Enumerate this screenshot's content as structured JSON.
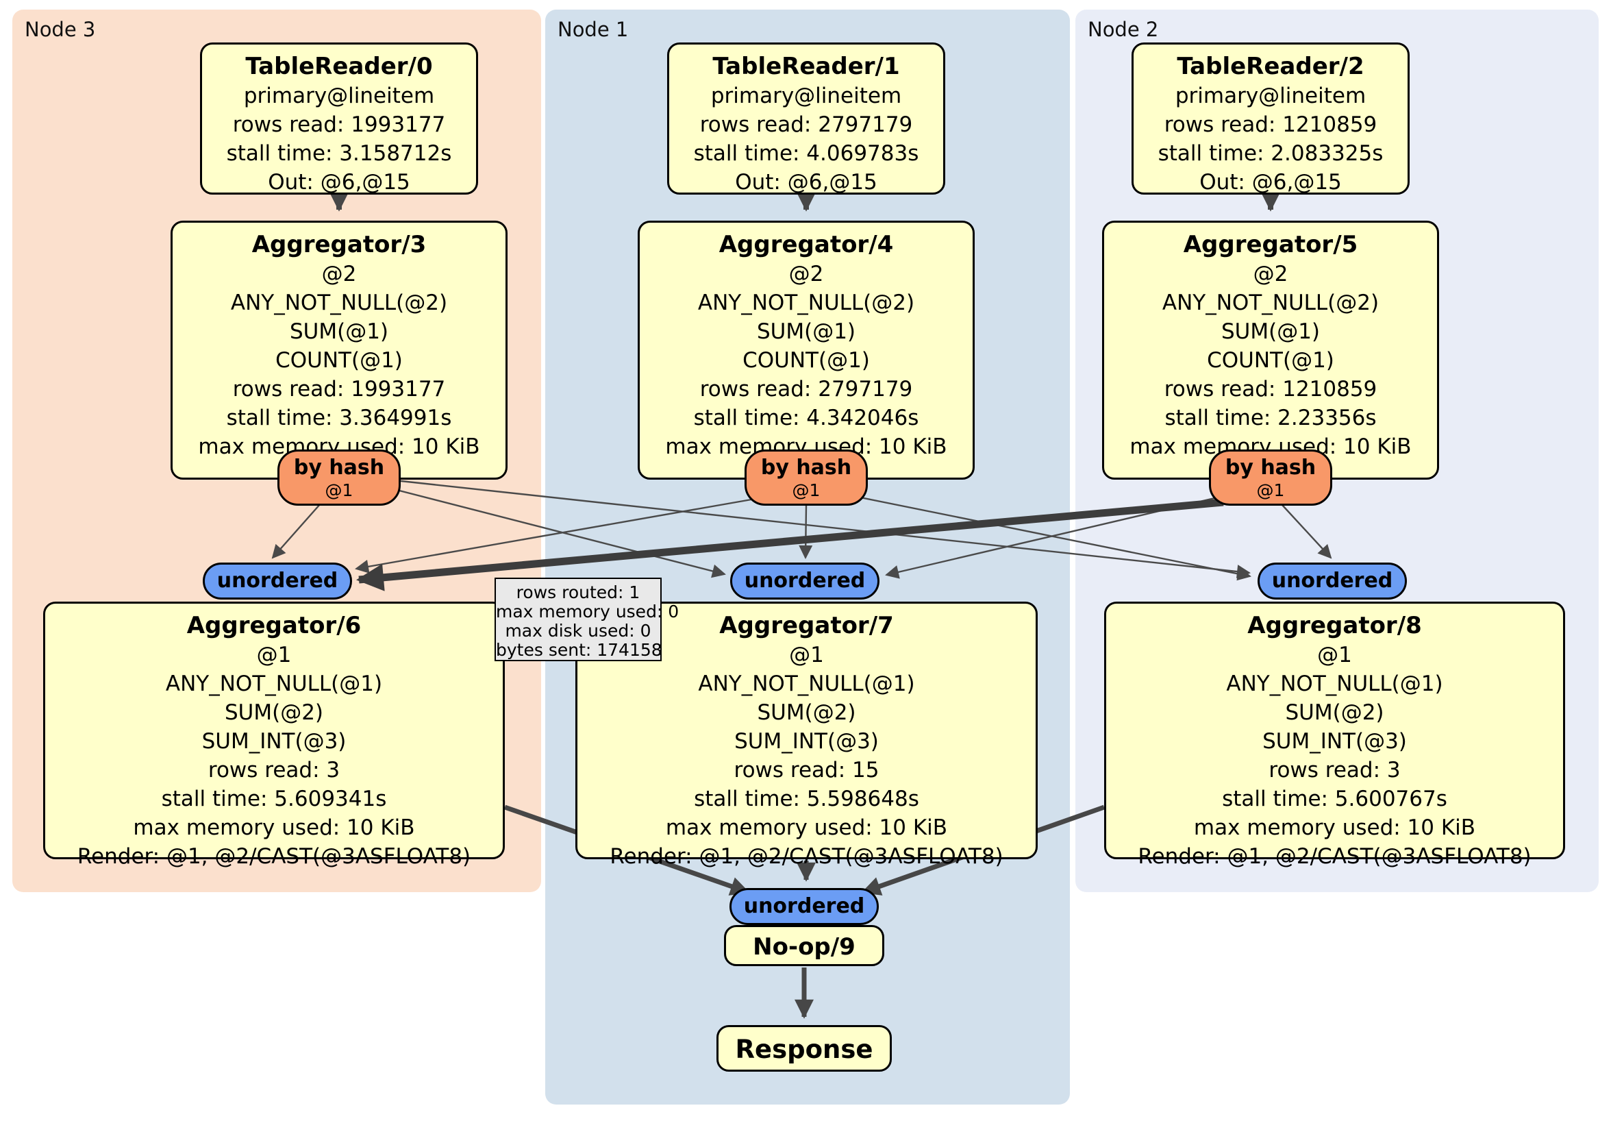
{
  "panels": [
    {
      "label": "Node 3",
      "color": "#fbe0cd"
    },
    {
      "label": "Node 1",
      "color": "#d2e0ec"
    },
    {
      "label": "Node 2",
      "color": "#e9edf7"
    }
  ],
  "readers": [
    {
      "title": "TableReader/0",
      "lines": [
        "primary@lineitem",
        "rows read: 1993177",
        "stall time: 3.158712s",
        "Out: @6,@15"
      ]
    },
    {
      "title": "TableReader/1",
      "lines": [
        "primary@lineitem",
        "rows read: 2797179",
        "stall time: 4.069783s",
        "Out: @6,@15"
      ]
    },
    {
      "title": "TableReader/2",
      "lines": [
        "primary@lineitem",
        "rows read: 1210859",
        "stall time: 2.083325s",
        "Out: @6,@15"
      ]
    }
  ],
  "aggregators_top": [
    {
      "title": "Aggregator/3",
      "lines": [
        "@2",
        "ANY_NOT_NULL(@2)",
        "SUM(@1)",
        "COUNT(@1)",
        "rows read: 1993177",
        "stall time: 3.364991s",
        "max memory used: 10 KiB"
      ]
    },
    {
      "title": "Aggregator/4",
      "lines": [
        "@2",
        "ANY_NOT_NULL(@2)",
        "SUM(@1)",
        "COUNT(@1)",
        "rows read: 2797179",
        "stall time: 4.342046s",
        "max memory used: 10 KiB"
      ]
    },
    {
      "title": "Aggregator/5",
      "lines": [
        "@2",
        "ANY_NOT_NULL(@2)",
        "SUM(@1)",
        "COUNT(@1)",
        "rows read: 1210859",
        "stall time: 2.23356s",
        "max memory used: 10 KiB"
      ]
    }
  ],
  "routers": [
    {
      "label": "by hash",
      "detail": "@1"
    },
    {
      "label": "by hash",
      "detail": "@1"
    },
    {
      "label": "by hash",
      "detail": "@1"
    }
  ],
  "streams": [
    {
      "label": "unordered"
    },
    {
      "label": "unordered"
    },
    {
      "label": "unordered"
    }
  ],
  "aggregators_bottom": [
    {
      "title": "Aggregator/6",
      "lines": [
        "@1",
        "ANY_NOT_NULL(@1)",
        "SUM(@2)",
        "SUM_INT(@3)",
        "rows read: 3",
        "stall time: 5.609341s",
        "max memory used: 10 KiB",
        "Render: @1, @2/CAST(@3ASFLOAT8)"
      ]
    },
    {
      "title": "Aggregator/7",
      "lines": [
        "@1",
        "ANY_NOT_NULL(@1)",
        "SUM(@2)",
        "SUM_INT(@3)",
        "rows read: 15",
        "stall time: 5.598648s",
        "max memory used: 10 KiB",
        "Render: @1, @2/CAST(@3ASFLOAT8)"
      ]
    },
    {
      "title": "Aggregator/8",
      "lines": [
        "@1",
        "ANY_NOT_NULL(@1)",
        "SUM(@2)",
        "SUM_INT(@3)",
        "rows read: 3",
        "stall time: 5.600767s",
        "max memory used: 10 KiB",
        "Render: @1, @2/CAST(@3ASFLOAT8)"
      ]
    }
  ],
  "tooltip": {
    "lines": [
      "rows routed: 1",
      "max memory used: 0",
      "max disk used: 0",
      "bytes sent: 174158"
    ]
  },
  "sink": {
    "stream_label": "unordered",
    "noop_title": "No-op/9",
    "response_title": "Response"
  },
  "colors": {
    "box_fill": "#ffffcb",
    "router_fill": "#f89868",
    "stream_fill": "#6b9df4",
    "edge": "#4a4a4a",
    "tooltip_fill": "#e9e9e9"
  }
}
